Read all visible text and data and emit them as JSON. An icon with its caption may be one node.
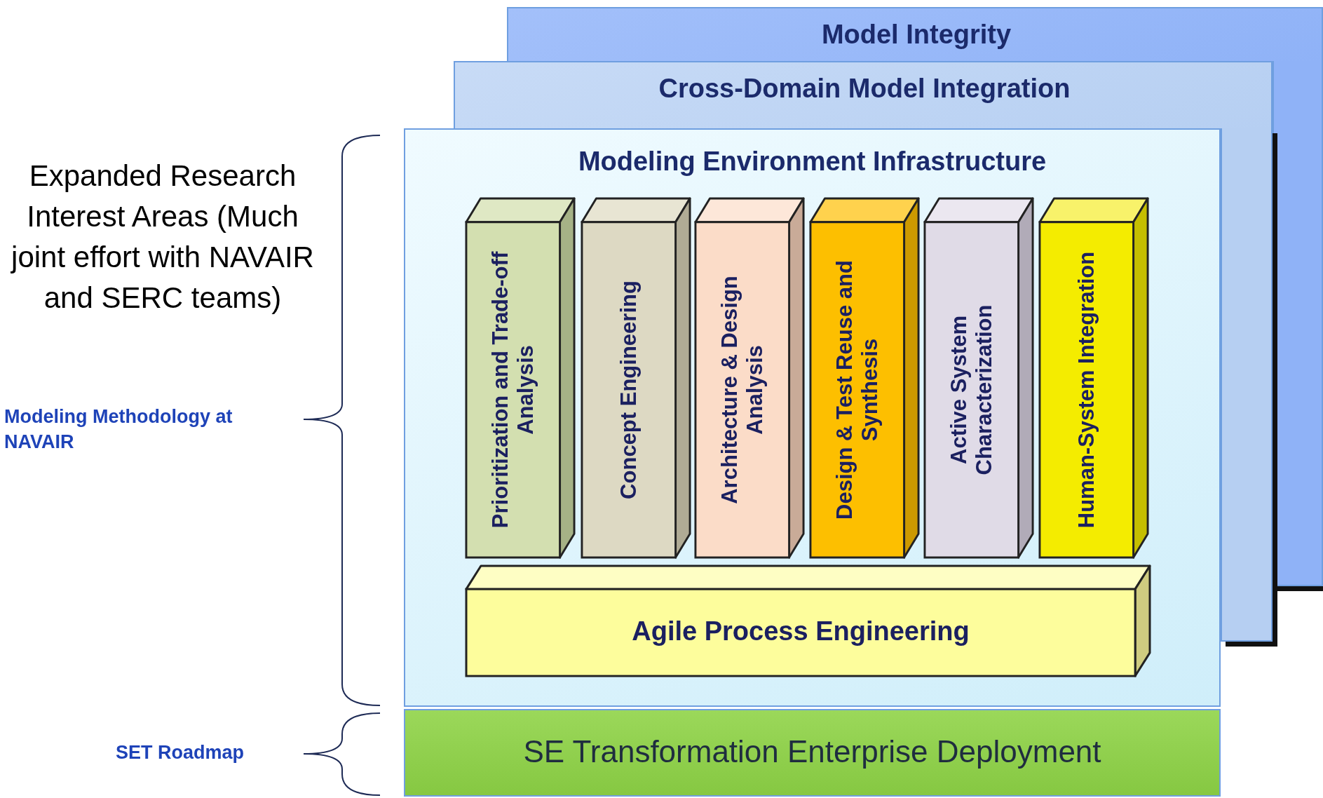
{
  "diagram": {
    "nodes": [
      {
        "text": [
          "Model Integrity"
        ]
      },
      {
        "text": [
          "Cross-Domain Model Integration"
        ]
      },
      {
        "text": [
          "Modeling Environment Infrastructure"
        ]
      },
      {
        "text": [
          "Prioritization and Trade-off Analysis"
        ],
        "in": 2
      },
      {
        "text": [
          "Concept Engineering"
        ],
        "in": 2
      },
      {
        "text": [
          "Architecture & Design Analysis"
        ],
        "in": 2
      },
      {
        "text": [
          "Design & Test Reuse and Synthesis"
        ],
        "in": 2
      },
      {
        "text": [
          "Active System Characterization"
        ],
        "in": 2
      },
      {
        "text": [
          "Human-System Integration"
        ],
        "in": 2
      },
      {
        "text": [
          "Agile Process Engineering"
        ],
        "in": 2
      },
      {
        "text": [
          "SE Transformation Enterprise Deployment"
        ]
      }
    ],
    "labels": [
      "Expanded Research Interest Areas (Much joint effort with NAVAIR and SERC teams)",
      "Modeling Methodology at NAVAIR",
      "SET Roadmap"
    ]
  }
}
